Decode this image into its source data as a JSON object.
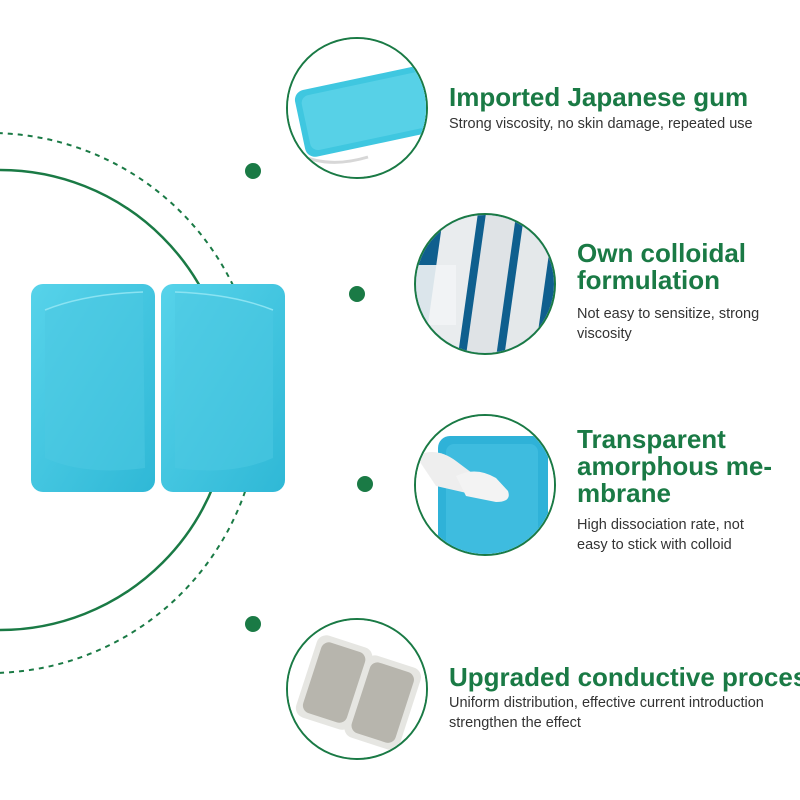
{
  "colors": {
    "accent_green": "#1a7a45",
    "gel_blue": "#3cc3dc",
    "pad_gray": "#b7b5ad"
  },
  "features": [
    {
      "icon": "gel-strip-photo",
      "title": "Imported Japanese gum",
      "desc": "Strong viscosity, no skin damage, repeated use"
    },
    {
      "icon": "colloid-strips-photo",
      "title": "Own colloidal\nformulation",
      "desc": "Not easy to sensitize, strong\nviscosity"
    },
    {
      "icon": "membrane-peel-photo",
      "title": "Transparent\namorphous me-\nmbrane",
      "desc": "High dissociation rate, not\neasy to stick with colloid"
    },
    {
      "icon": "conductive-pads-photo",
      "title": "Upgraded conductive process",
      "desc": "Uniform distribution, effective current introduction\n strengthen the effect"
    }
  ]
}
